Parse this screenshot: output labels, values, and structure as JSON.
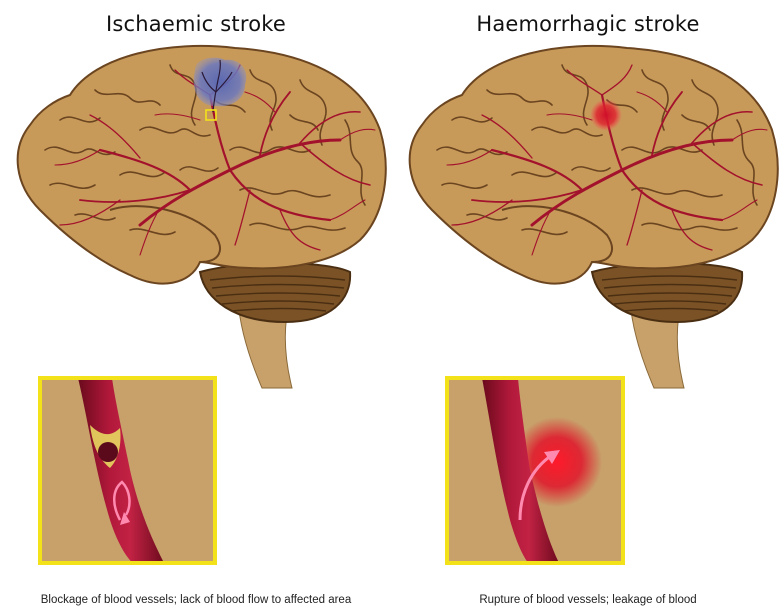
{
  "panels": [
    {
      "title": "Ischaemic stroke",
      "caption": "Blockage of blood vessels; lack of blood flow to affected area"
    },
    {
      "title": "Haemorrhagic stroke",
      "caption": "Rupture of blood vessels; leakage of blood"
    }
  ],
  "colors": {
    "brain": "#c89a5a",
    "brain_outline": "#6b4520",
    "vessel": "#a3122c",
    "clot_region": "#6a78c0",
    "bleed": "#e01a2a",
    "inset_frame": "#f3e21a",
    "inset_bg": "#c8a06a"
  }
}
